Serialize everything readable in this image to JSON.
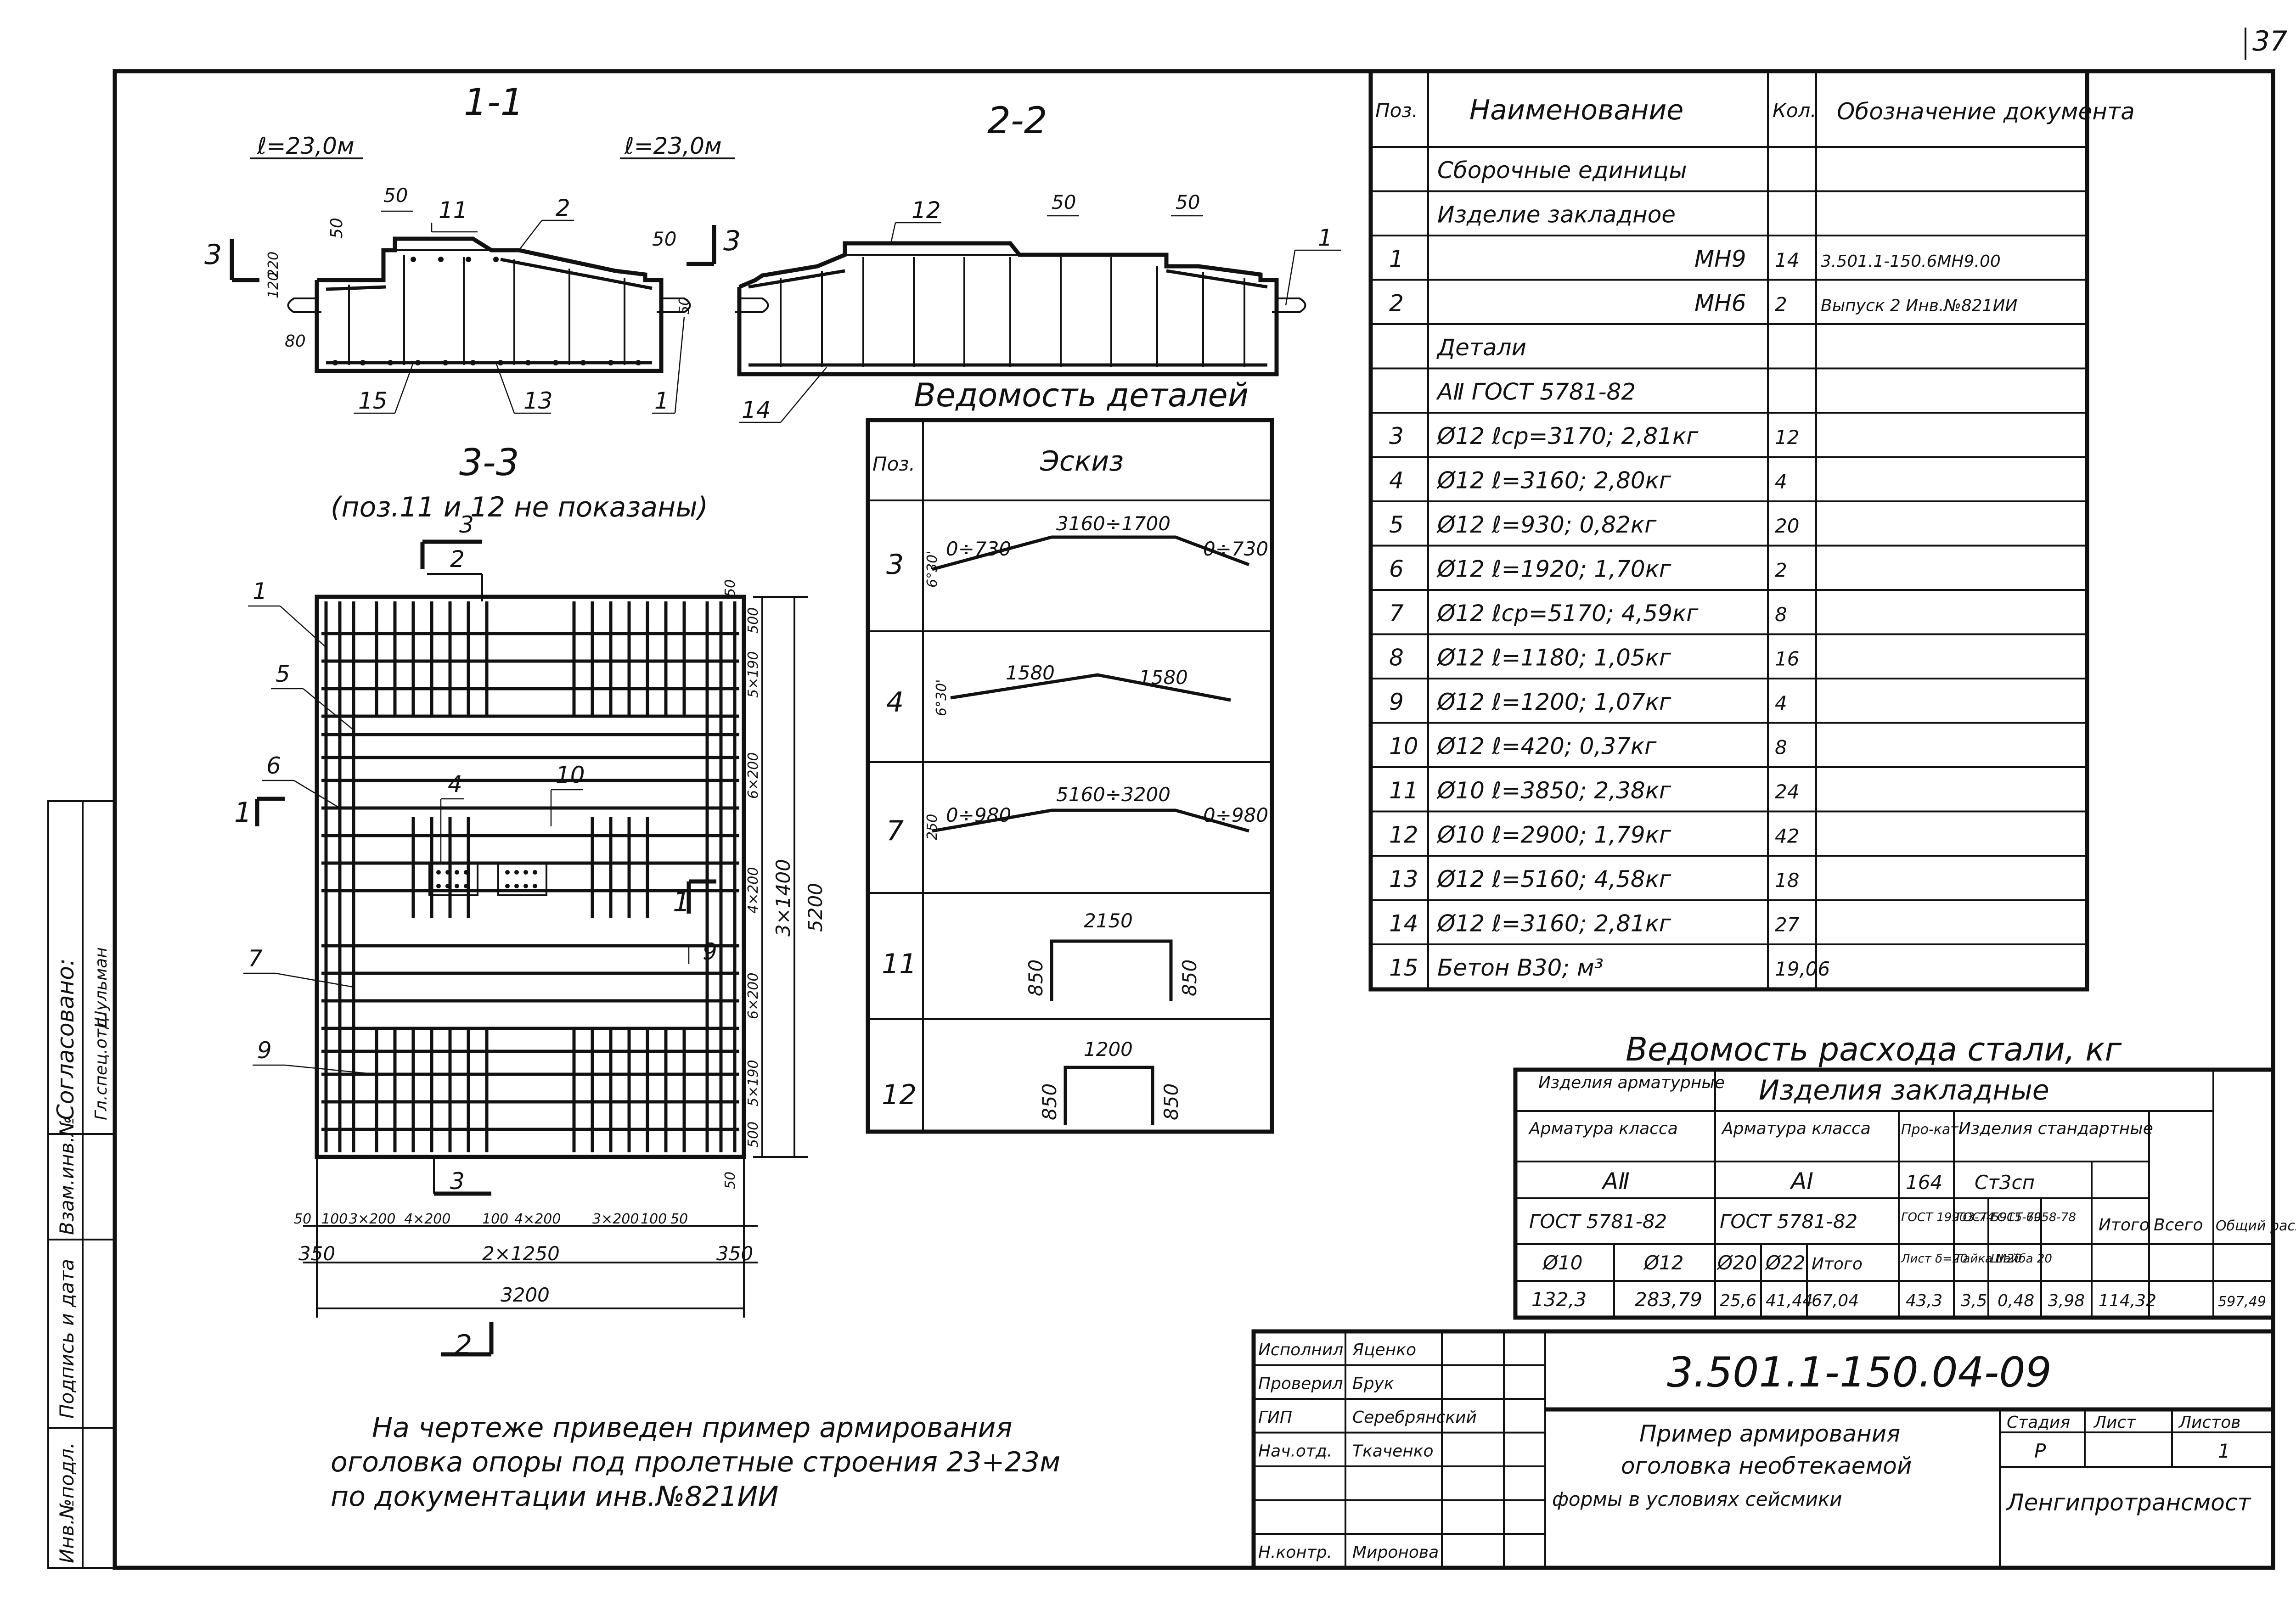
{
  "page_number": "37",
  "sections": {
    "s11": {
      "title": "1-1",
      "left_len": "ℓ=23,0м",
      "right_len": "ℓ=23,0м",
      "cut_mark": "3",
      "dims": [
        "50",
        "50",
        "50",
        "120",
        "220",
        "80",
        "50"
      ],
      "callouts": [
        "11",
        "2",
        "15",
        "13",
        "1"
      ]
    },
    "s22": {
      "title": "2-2",
      "dims": [
        "50",
        "50"
      ],
      "callouts": [
        "12",
        "1",
        "14"
      ]
    },
    "s33": {
      "title": "3-3",
      "note": "(поз.11 и 12 не показаны)",
      "callouts_left": [
        "1",
        "5",
        "6",
        "7",
        "9"
      ],
      "callouts_inner": [
        "3",
        "2",
        "4",
        "10",
        "9",
        "3"
      ],
      "cut_marks": [
        "1",
        "1",
        "2"
      ],
      "right_dims": [
        "50",
        "500",
        "5×190",
        "6×200",
        "4×200",
        "3×1400",
        "5200",
        "6×200",
        "5×190",
        "500",
        "50"
      ],
      "bottom_dims": [
        "50",
        "100",
        "3×200",
        "4×200",
        "100",
        "4×200",
        "3×200",
        "100",
        "50"
      ],
      "bottom_dims2": [
        "350",
        "2×1250",
        "350"
      ],
      "bottom_total": "3200"
    }
  },
  "details_schedule": {
    "title": "Ведомость деталей",
    "headers": [
      "Поз.",
      "Эскиз"
    ],
    "rows": [
      {
        "pos": "3",
        "labels": [
          "0÷730",
          "3160÷1700",
          "0÷730",
          "6°30'"
        ]
      },
      {
        "pos": "4",
        "labels": [
          "1580",
          "1580",
          "6°30'"
        ]
      },
      {
        "pos": "7",
        "labels": [
          "0÷980",
          "5160÷3200",
          "0÷980",
          "250"
        ]
      },
      {
        "pos": "11",
        "labels": [
          "2150",
          "850",
          "850"
        ]
      },
      {
        "pos": "12",
        "labels": [
          "1200",
          "850",
          "850"
        ]
      }
    ]
  },
  "spec": {
    "headers": [
      "Поз.",
      "Наименование",
      "Кол.",
      "Обозначение документа"
    ],
    "rows": [
      {
        "pos": "",
        "name": "Сборочные единицы",
        "qty": "",
        "doc": ""
      },
      {
        "pos": "",
        "name": "Изделие закладное",
        "qty": "",
        "doc": ""
      },
      {
        "pos": "1",
        "name": "МН9",
        "qty": "14",
        "doc": "3.501.1-150.6МН9.00"
      },
      {
        "pos": "2",
        "name": "МН6",
        "qty": "2",
        "doc": "Выпуск 2 Инв.№821ИИ"
      },
      {
        "pos": "",
        "name": "Детали",
        "qty": "",
        "doc": ""
      },
      {
        "pos": "",
        "name": "АⅡ ГОСТ 5781-82",
        "qty": "",
        "doc": ""
      },
      {
        "pos": "3",
        "name": "Ø12 ℓср=3170; 2,81кг",
        "qty": "12",
        "doc": ""
      },
      {
        "pos": "4",
        "name": "Ø12 ℓ=3160; 2,80кг",
        "qty": "4",
        "doc": ""
      },
      {
        "pos": "5",
        "name": "Ø12 ℓ=930; 0,82кг",
        "qty": "20",
        "doc": ""
      },
      {
        "pos": "6",
        "name": "Ø12 ℓ=1920; 1,70кг",
        "qty": "2",
        "doc": ""
      },
      {
        "pos": "7",
        "name": "Ø12 ℓср=5170; 4,59кг",
        "qty": "8",
        "doc": ""
      },
      {
        "pos": "8",
        "name": "Ø12 ℓ=1180; 1,05кг",
        "qty": "16",
        "doc": ""
      },
      {
        "pos": "9",
        "name": "Ø12 ℓ=1200; 1,07кг",
        "qty": "4",
        "doc": ""
      },
      {
        "pos": "10",
        "name": "Ø12 ℓ=420; 0,37кг",
        "qty": "8",
        "doc": ""
      },
      {
        "pos": "11",
        "name": "Ø10 ℓ=3850; 2,38кг",
        "qty": "24",
        "doc": ""
      },
      {
        "pos": "12",
        "name": "Ø10 ℓ=2900; 1,79кг",
        "qty": "42",
        "doc": ""
      },
      {
        "pos": "13",
        "name": "Ø12 ℓ=5160; 4,58кг",
        "qty": "18",
        "doc": ""
      },
      {
        "pos": "14",
        "name": "Ø12 ℓ=3160; 2,81кг",
        "qty": "27",
        "doc": ""
      },
      {
        "pos": "15",
        "name": "Бетон В30; м³",
        "qty": "19,06",
        "doc": ""
      }
    ]
  },
  "steel": {
    "title": "Ведомость расхода стали, кг",
    "h_arm": "Изделия арматурные",
    "h_emb": "Изделия закладные",
    "h_cls_arm": "Арматура класса",
    "h_cls_emb": "Арматура класса",
    "h_prokat": "Про-кат",
    "h_std": "Изделия стандартные",
    "h_total_std": "Итого",
    "h_all": "Всего",
    "h_overall": "Общий расход",
    "cls_a2": "АⅡ",
    "cls_a1": "АⅠ",
    "c164": "164",
    "st3": "Ст3сп",
    "gost_a2": "ГОСТ 5781-82",
    "gost_a1": "ГОСТ 5781-82",
    "gost1": "ГОСТ 19903-74",
    "gost2": "ГОСТ 5915-70",
    "gost3": "ГОСТ 6958-78",
    "d10": "Ø10",
    "d12": "Ø12",
    "d20": "Ø20",
    "d22": "Ø22",
    "itogo": "Итого",
    "list": "Лист δ=20",
    "gaika": "Гайка М20",
    "shayba": "Шайба 20",
    "values": [
      "132,3",
      "283,79",
      "25,6",
      "41,44",
      "67,04",
      "43,3",
      "3,5",
      "0,48",
      "3,98",
      "114,32",
      "597,49"
    ]
  },
  "title_block": {
    "code": "3.501.1-150.04-09",
    "title": [
      "Пример армирования",
      "оголовка необтекаемой",
      "формы в условиях сейсмики"
    ],
    "roles": [
      "Исполнил",
      "Проверил",
      "ГИП",
      "Нач.отд.",
      "",
      "",
      "Н.контр."
    ],
    "names": [
      "Яценко",
      "Брук",
      "Серебрянский",
      "Ткаченко",
      "",
      "",
      "Миронова"
    ],
    "stage_h": "Стадия",
    "sheet_h": "Лист",
    "sheets_h": "Листов",
    "stage": "Р",
    "sheets": "1",
    "org": "Ленгипротрансмост"
  },
  "side_stamp": {
    "agreed": "Согласовано:",
    "agreed_role": "Гл.спец.отд.",
    "agreed_name": "Шульман",
    "labels": [
      "Взам.инв.№",
      "Подпись и дата",
      "Инв.№подл."
    ]
  },
  "note": [
    "На чертеже приведен пример армирования",
    "оголовка опоры под пролетные строения 23+23м",
    "по документации инв.№821ИИ"
  ]
}
